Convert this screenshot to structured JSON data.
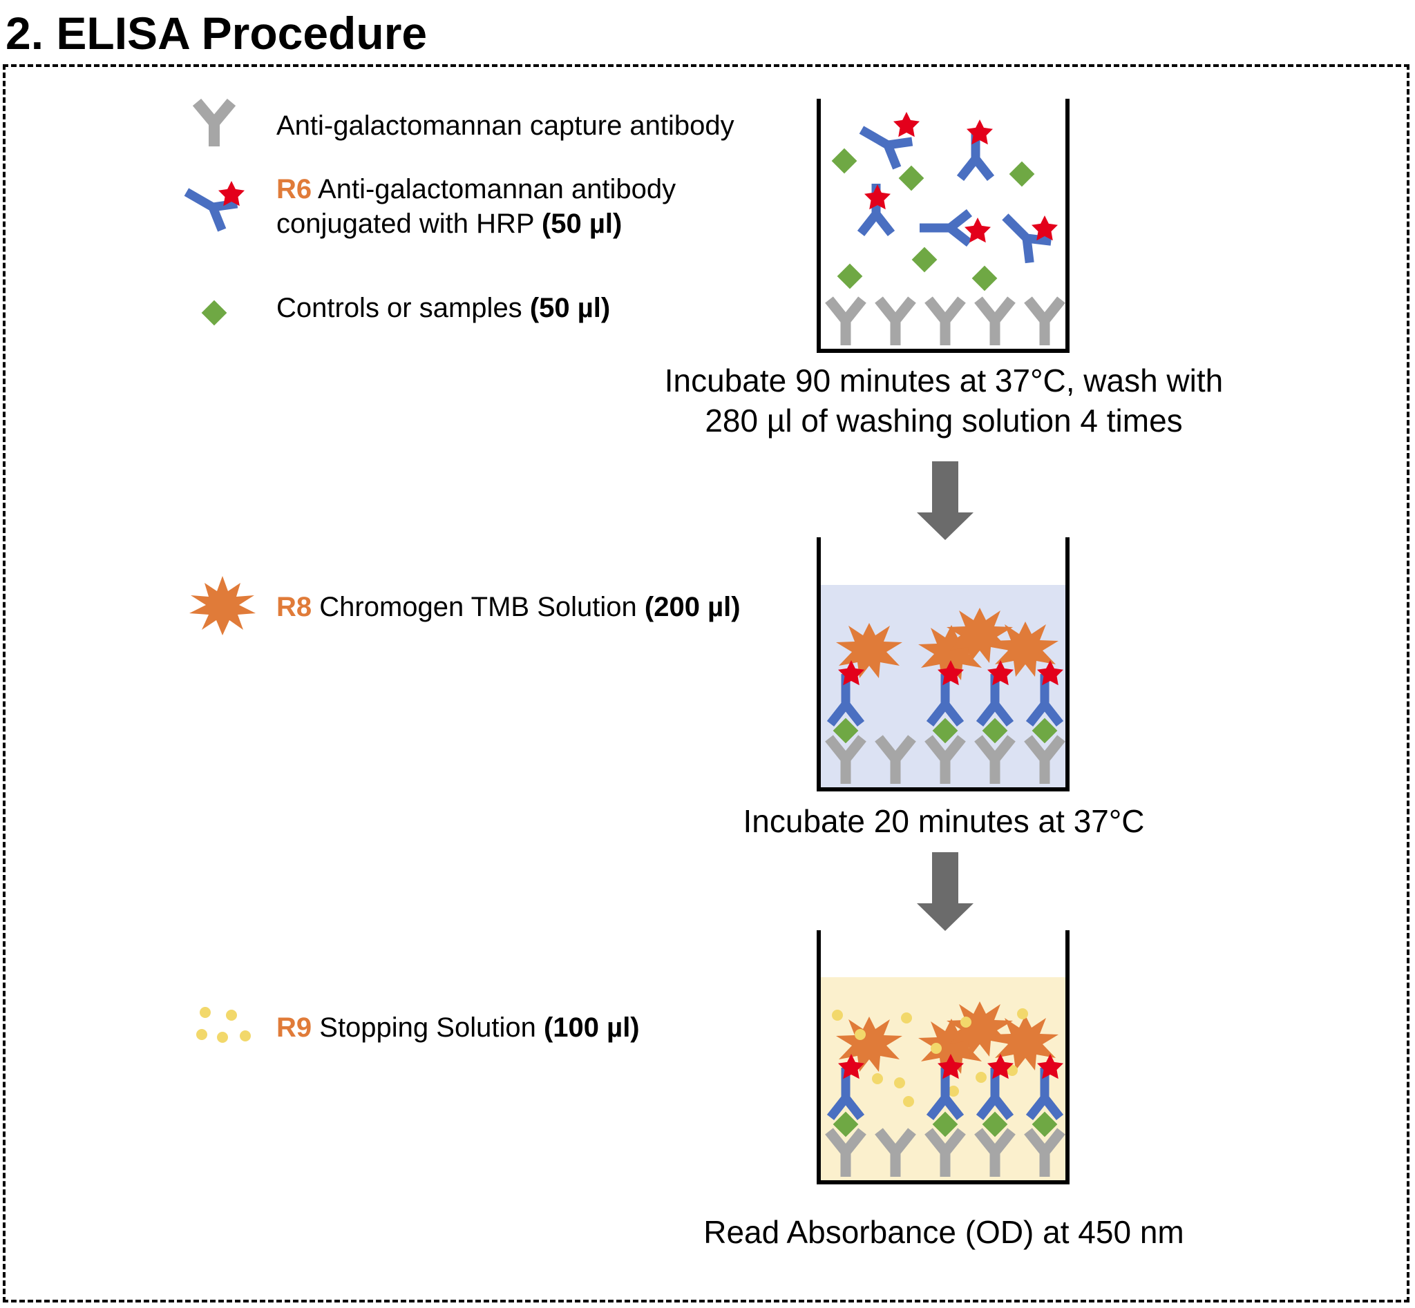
{
  "title": "2. ELISA Procedure",
  "legend": {
    "capture_antibody": "Anti-galactomannan capture antibody",
    "r6_code": "R6",
    "r6_line1": "Anti-galactomannan antibody",
    "r6_line2": "conjugated with HRP",
    "r6_volume": "(50 µl)",
    "samples_label": "Controls or samples",
    "samples_volume": "(50 µl)",
    "r8_code": "R8",
    "r8_label": "Chromogen TMB Solution",
    "r8_volume": "(200 µl)",
    "r9_code": "R9",
    "r9_label": "Stopping Solution",
    "r9_volume": "(100 µl)"
  },
  "steps": [
    {
      "caption_line1": "Incubate 90 minutes at 37°C, wash with",
      "caption_line2": "280 µl of washing solution 4 times"
    },
    {
      "caption_line1": "Incubate 20 minutes at 37°C"
    },
    {
      "caption_line1": "Read Absorbance (OD) at 450 nm"
    }
  ],
  "colors": {
    "capture_antibody": "#A6A6A6",
    "detection_antibody": "#4A6FC1",
    "hrp_star": "#E3001B",
    "sample": "#6FA844",
    "tmb": "#E07B39",
    "stop_dot": "#F2D86B",
    "well_tmb_fill": "#DCE2F3",
    "well_stop_fill": "#FBF0CD",
    "arrow": "#6B6B6B",
    "reagent_code": "#E07B39"
  },
  "icons": [
    "capture-antibody-icon",
    "hrp-antibody-icon",
    "sample-diamond-icon",
    "tmb-burst-icon",
    "stop-dots-icon",
    "down-arrow-icon"
  ]
}
